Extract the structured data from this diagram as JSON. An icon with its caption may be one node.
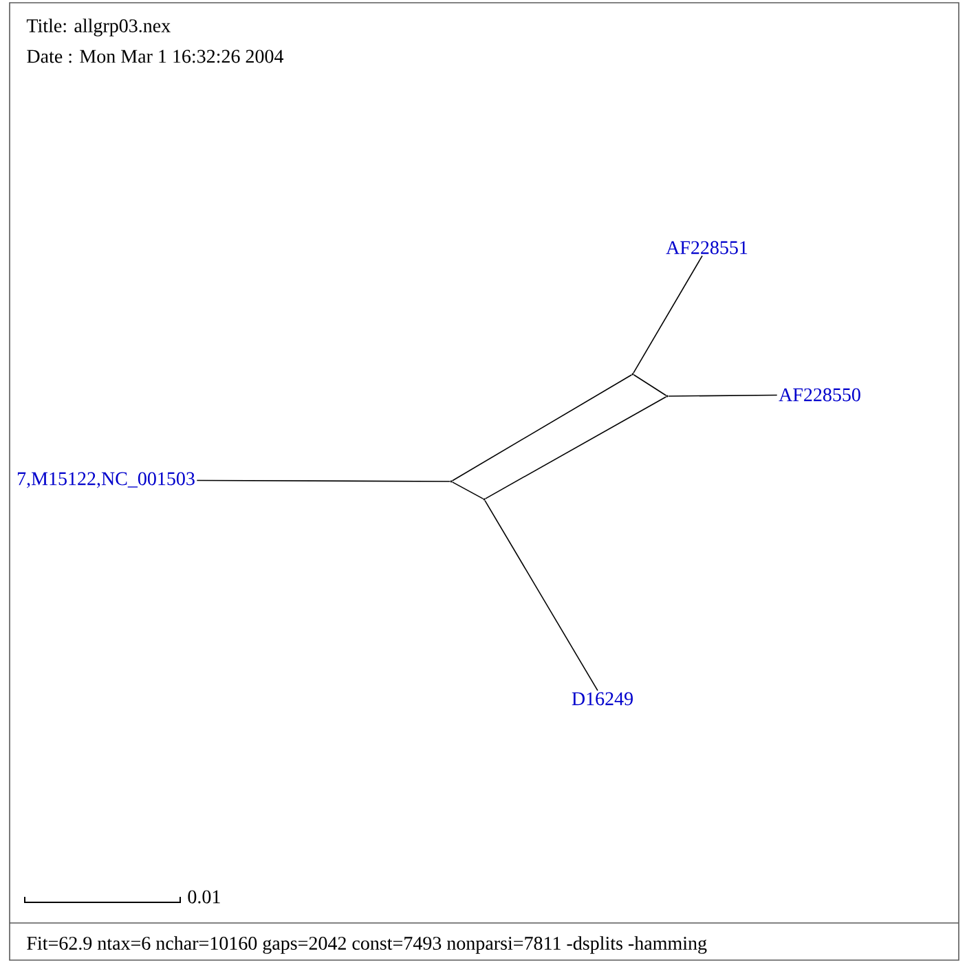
{
  "diagram": {
    "nodes": [
      {
        "text": [
          "AF228551"
        ]
      },
      {
        "text": [
          "AF228550"
        ]
      },
      {
        "text": [
          "7,M15122,NC_001503"
        ]
      },
      {
        "text": [
          "D16249"
        ]
      },
      {
        "text": [],
        "shape": "point"
      },
      {
        "text": [],
        "shape": "point"
      },
      {
        "text": [],
        "shape": "point"
      },
      {
        "text": [],
        "shape": "point"
      }
    ],
    "edges": [
      {
        "from": 6,
        "to": 0,
        "arrow": "none"
      },
      {
        "from": 7,
        "to": 1,
        "arrow": "none"
      },
      {
        "from": 4,
        "to": 2,
        "arrow": "none"
      },
      {
        "from": 5,
        "to": 3,
        "arrow": "none"
      },
      {
        "from": 4,
        "to": 6,
        "arrow": "none"
      },
      {
        "from": 5,
        "to": 7,
        "arrow": "none"
      },
      {
        "from": 4,
        "to": 5,
        "arrow": "none"
      },
      {
        "from": 6,
        "to": 7,
        "arrow": "none"
      }
    ],
    "labels": [
      "Title: allgrp03.nex",
      "Date : Mon Mar  1 16:32:26 2004",
      "0.01",
      "Fit=62.9 ntax=6 nchar=10160 gaps=2042 const=7493 nonparsi=7811 -dsplits -hamming"
    ]
  }
}
